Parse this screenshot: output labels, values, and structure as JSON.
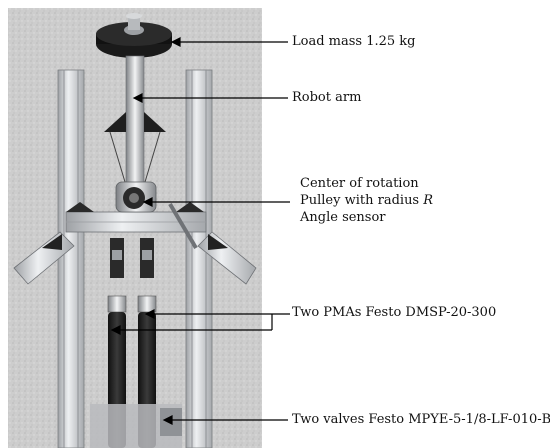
{
  "labels": {
    "load_mass": "Load mass 1.25 kg",
    "robot_arm": "Robot arm",
    "center_rotation": "Center of rotation",
    "pulley_prefix": "Pulley with radius ",
    "pulley_symbol": "R",
    "angle_sensor": "Angle sensor",
    "pmas": "Two PMAs Festo DMSP-20-300",
    "valves": "Two valves Festo MPYE-5-1/8-LF-010-B"
  },
  "colors": {
    "background": "#ffffff",
    "photo_background": "#cfcfcf",
    "aluminum": "#d9dadc",
    "muscle": "#1d1d1d",
    "arrow": "#000000"
  }
}
